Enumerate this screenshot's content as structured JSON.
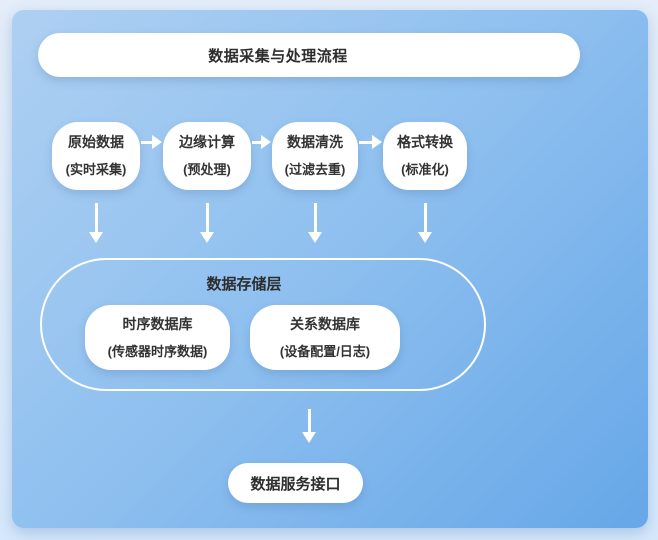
{
  "diagram": {
    "title": "数据采集与处理流程",
    "flow_nodes": [
      {
        "label": "原始数据",
        "sublabel": "(实时采集)"
      },
      {
        "label": "边缘计算",
        "sublabel": "(预处理)"
      },
      {
        "label": "数据清洗",
        "sublabel": "(过滤去重)"
      },
      {
        "label": "格式转换",
        "sublabel": "(标准化)"
      }
    ],
    "storage": {
      "label": "数据存储层",
      "databases": [
        {
          "label": "时序数据库",
          "sublabel": "(传感器时序数据)"
        },
        {
          "label": "关系数据库",
          "sublabel": "(设备配置/日志)"
        }
      ]
    },
    "output_node": {
      "label": "数据服务接口"
    },
    "colors": {
      "panel_gradient_start": "#aed0f2",
      "panel_gradient_end": "#66a7e8",
      "node_background": "#ffffff",
      "text": "#333333",
      "arrow": "#ffffff"
    }
  }
}
